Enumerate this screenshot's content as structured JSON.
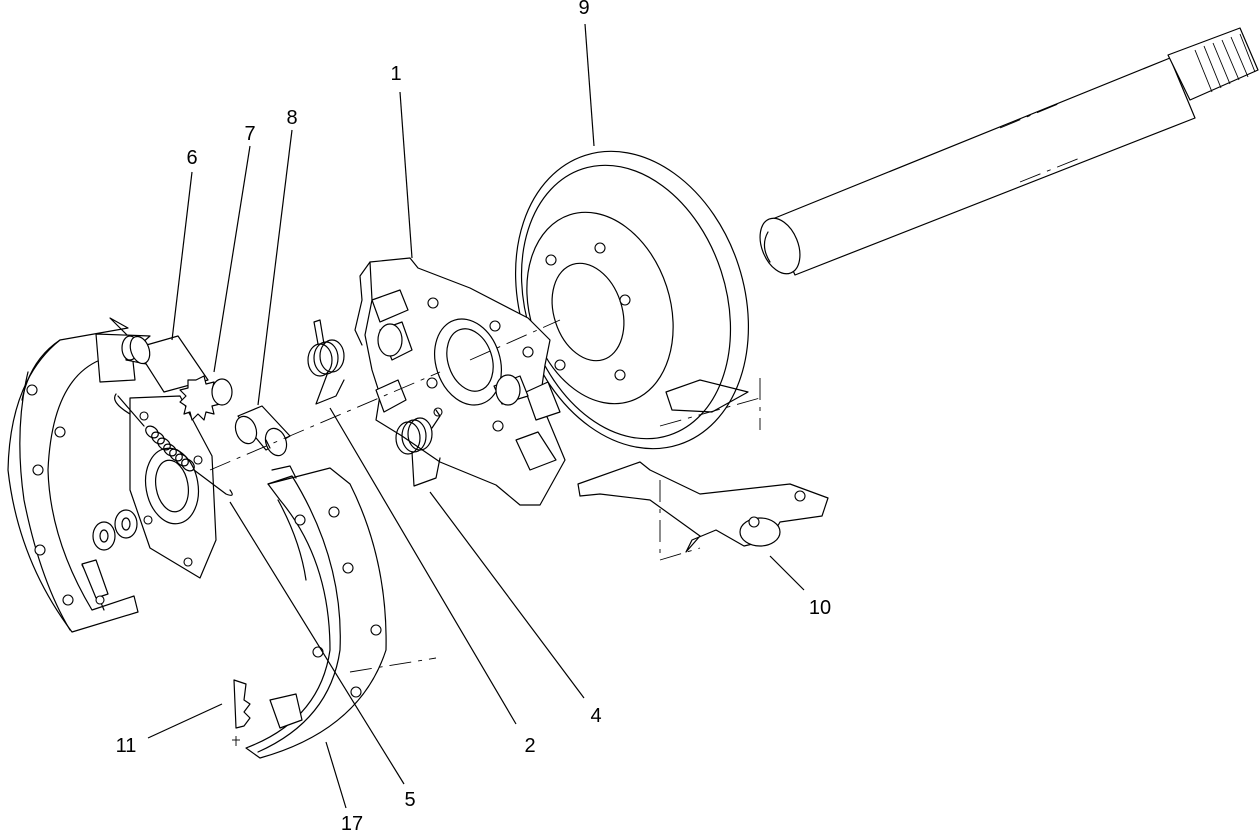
{
  "callouts": {
    "c1": "1",
    "c2": "2",
    "c4": "4",
    "c5": "5",
    "c6": "6",
    "c7": "7",
    "c8": "8",
    "c9": "9",
    "c10": "10",
    "c11": "11",
    "c17": "17"
  },
  "parts": {
    "c1": "backing-plate",
    "c2": "return-spring-upper",
    "c4": "return-spring-lower",
    "c5": "adjuster-spring",
    "c6": "brake-shoe-primary",
    "c7": "adjuster-star-wheel",
    "c8": "adjuster-sleeve",
    "c9": "brake-drum",
    "c10": "actuating-lever",
    "c11": "retainer-clip",
    "c17": "brake-shoe-secondary"
  },
  "colors": {
    "ink": "#000000",
    "paper": "#ffffff"
  }
}
